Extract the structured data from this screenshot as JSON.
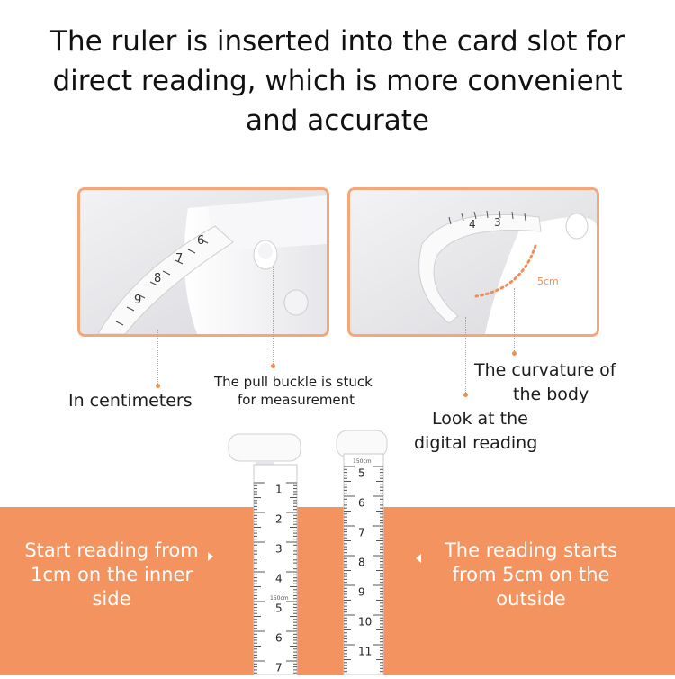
{
  "headline": {
    "line1": "The ruler is inserted into the card slot for",
    "line2": "direct reading, which is more convenient",
    "line3": "and accurate"
  },
  "photo_left": {
    "tape_numbers": [
      "6",
      "7",
      "8",
      "9"
    ]
  },
  "photo_right": {
    "tape_numbers": [
      "3",
      "4"
    ],
    "marker_label": "5cm"
  },
  "captions": {
    "centimeters": "In centimeters",
    "pull_buckle_line1": "The pull buckle is stuck",
    "pull_buckle_line2": "for measurement",
    "curvature_line1": "The curvature of",
    "curvature_line2": "the body",
    "digital_line1": "Look at the",
    "digital_line2": "digital reading"
  },
  "band": {
    "left_line1": "Start reading from",
    "left_line2": "1cm on the inner",
    "left_line3": "side",
    "right_line1": "The reading starts",
    "right_line2": "from 5cm on the",
    "right_line3": "outside"
  },
  "tape_left": {
    "numbers": [
      "1",
      "2",
      "3",
      "4",
      "5",
      "6",
      "7"
    ],
    "small_label": "150cm"
  },
  "tape_right": {
    "numbers": [
      "5",
      "6",
      "7",
      "8",
      "9",
      "10",
      "11"
    ],
    "small_label": "150cm"
  },
  "colors": {
    "accent": "#f39360",
    "frame": "#f5a77c",
    "leader": "#ef8f58",
    "text_dark": "#111111",
    "band_text": "#ffffff"
  }
}
